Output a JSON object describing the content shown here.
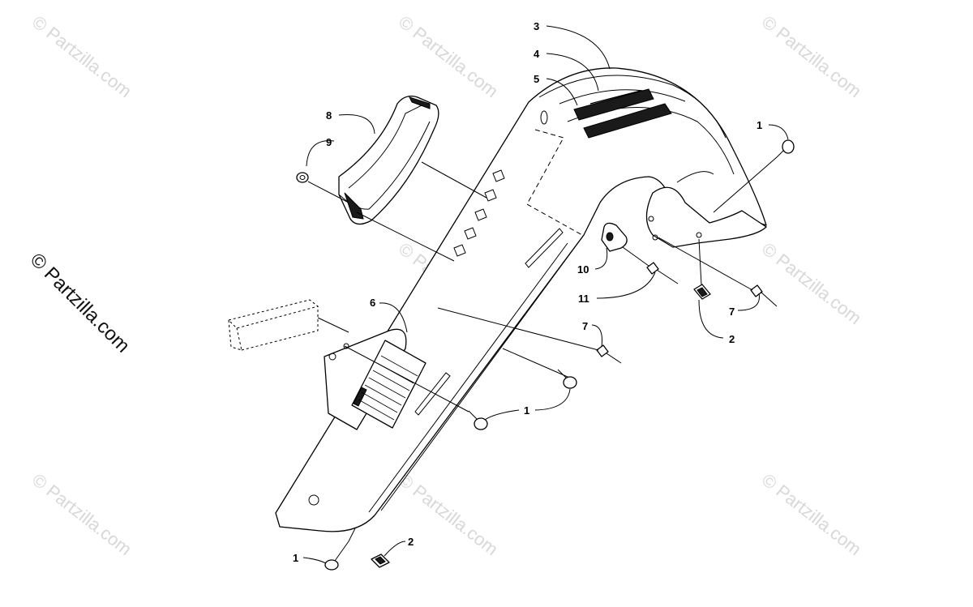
{
  "copyright": "© Partzilla.com",
  "watermark": "© Partzilla.com",
  "callouts": {
    "c1a": "1",
    "c1b": "1",
    "c1c": "1",
    "c2a": "2",
    "c2b": "2",
    "c3": "3",
    "c4": "4",
    "c5": "5",
    "c6": "6",
    "c7a": "7",
    "c7b": "7",
    "c8": "8",
    "c9": "9",
    "c10": "10",
    "c11": "11"
  }
}
